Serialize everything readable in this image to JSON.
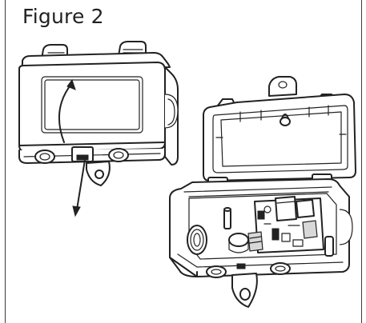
{
  "figure": {
    "title": "Figure 2"
  },
  "illustration": {
    "closed_enclosure": "closed-enclosure-illustration",
    "open_enclosure": "open-enclosure-illustration",
    "colors": {
      "line": "#222222",
      "frame": "#3a3a3a",
      "background": "#ffffff"
    }
  }
}
